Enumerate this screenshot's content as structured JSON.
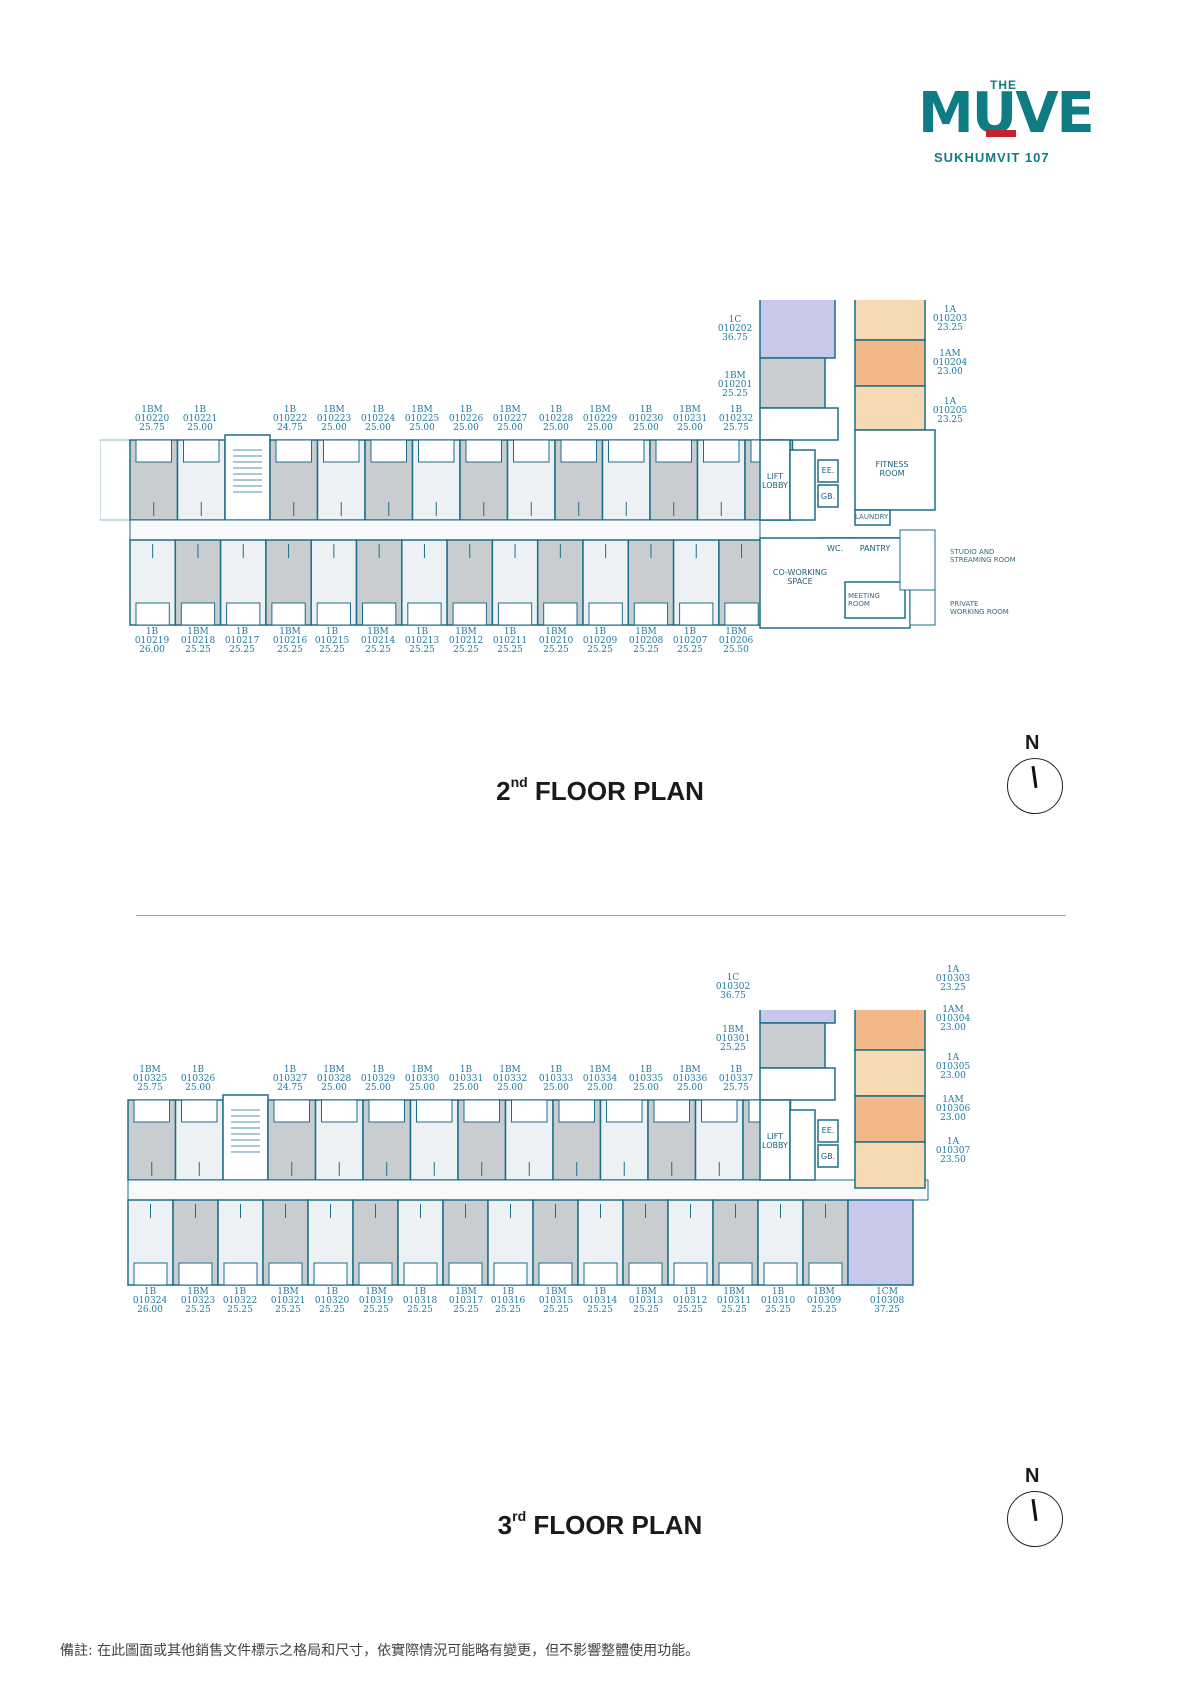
{
  "logo": {
    "the": "THE",
    "main": "MUVE",
    "sub": "SUKHUMVIT 107"
  },
  "floor2": {
    "title_num": "2",
    "title_sup": "nd",
    "title_text": " FLOOR PLAN",
    "top_units": [
      {
        "t": "1BM",
        "id": "010220",
        "a": "25.75"
      },
      {
        "t": "1B",
        "id": "010221",
        "a": "25.00"
      },
      {
        "t": "1B",
        "id": "010222",
        "a": "24.75"
      },
      {
        "t": "1BM",
        "id": "010223",
        "a": "25.00"
      },
      {
        "t": "1B",
        "id": "010224",
        "a": "25.00"
      },
      {
        "t": "1BM",
        "id": "010225",
        "a": "25.00"
      },
      {
        "t": "1B",
        "id": "010226",
        "a": "25.00"
      },
      {
        "t": "1BM",
        "id": "010227",
        "a": "25.00"
      },
      {
        "t": "1B",
        "id": "010228",
        "a": "25.00"
      },
      {
        "t": "1BM",
        "id": "010229",
        "a": "25.00"
      },
      {
        "t": "1B",
        "id": "010230",
        "a": "25.00"
      },
      {
        "t": "1BM",
        "id": "010231",
        "a": "25.00"
      },
      {
        "t": "1B",
        "id": "010232",
        "a": "25.75"
      }
    ],
    "bottom_units": [
      {
        "t": "1B",
        "id": "010219",
        "a": "26.00"
      },
      {
        "t": "1BM",
        "id": "010218",
        "a": "25.25"
      },
      {
        "t": "1B",
        "id": "010217",
        "a": "25.25"
      },
      {
        "t": "1BM",
        "id": "010216",
        "a": "25.25"
      },
      {
        "t": "1B",
        "id": "010215",
        "a": "25.25"
      },
      {
        "t": "1BM",
        "id": "010214",
        "a": "25.25"
      },
      {
        "t": "1B",
        "id": "010213",
        "a": "25.25"
      },
      {
        "t": "1BM",
        "id": "010212",
        "a": "25.25"
      },
      {
        "t": "1B",
        "id": "010211",
        "a": "25.25"
      },
      {
        "t": "1BM",
        "id": "010210",
        "a": "25.25"
      },
      {
        "t": "1B",
        "id": "010209",
        "a": "25.25"
      },
      {
        "t": "1BM",
        "id": "010208",
        "a": "25.25"
      },
      {
        "t": "1B",
        "id": "010207",
        "a": "25.25"
      },
      {
        "t": "1BM",
        "id": "010206",
        "a": "25.50"
      }
    ],
    "wing_units": [
      {
        "t": "1C",
        "id": "010202",
        "a": "36.75"
      },
      {
        "t": "1BM",
        "id": "010201",
        "a": "25.25"
      }
    ],
    "east_units": [
      {
        "t": "1A",
        "id": "010203",
        "a": "23.25"
      },
      {
        "t": "1AM",
        "id": "010204",
        "a": "23.00"
      },
      {
        "t": "1A",
        "id": "010205",
        "a": "23.25"
      }
    ],
    "rooms": {
      "fitness": "FITNESS\nROOM",
      "lift": "LIFT\nLOBBY",
      "ee": "EE.",
      "gb": "GB.",
      "laundry": "LAUNDRY",
      "wc": "WC.",
      "pantry": "PANTRY",
      "coworking": "CO-WORKING\nSPACE",
      "meeting": "MEETING\nROOM",
      "studio": "STUDIO AND\nSTREAMING ROOM",
      "private": "PRIVATE\nWORKING ROOM"
    }
  },
  "floor3": {
    "title_num": "3",
    "title_sup": "rd",
    "title_text": " FLOOR PLAN",
    "top_units": [
      {
        "t": "1BM",
        "id": "010325",
        "a": "25.75"
      },
      {
        "t": "1B",
        "id": "010326",
        "a": "25.00"
      },
      {
        "t": "1B",
        "id": "010327",
        "a": "24.75"
      },
      {
        "t": "1BM",
        "id": "010328",
        "a": "25.00"
      },
      {
        "t": "1B",
        "id": "010329",
        "a": "25.00"
      },
      {
        "t": "1BM",
        "id": "010330",
        "a": "25.00"
      },
      {
        "t": "1B",
        "id": "010331",
        "a": "25.00"
      },
      {
        "t": "1BM",
        "id": "010332",
        "a": "25.00"
      },
      {
        "t": "1B",
        "id": "010333",
        "a": "25.00"
      },
      {
        "t": "1BM",
        "id": "010334",
        "a": "25.00"
      },
      {
        "t": "1B",
        "id": "010335",
        "a": "25.00"
      },
      {
        "t": "1BM",
        "id": "010336",
        "a": "25.00"
      },
      {
        "t": "1B",
        "id": "010337",
        "a": "25.75"
      }
    ],
    "bottom_units": [
      {
        "t": "1B",
        "id": "010324",
        "a": "26.00"
      },
      {
        "t": "1BM",
        "id": "010323",
        "a": "25.25"
      },
      {
        "t": "1B",
        "id": "010322",
        "a": "25.25"
      },
      {
        "t": "1BM",
        "id": "010321",
        "a": "25.25"
      },
      {
        "t": "1B",
        "id": "010320",
        "a": "25.25"
      },
      {
        "t": "1BM",
        "id": "010319",
        "a": "25.25"
      },
      {
        "t": "1B",
        "id": "010318",
        "a": "25.25"
      },
      {
        "t": "1BM",
        "id": "010317",
        "a": "25.25"
      },
      {
        "t": "1B",
        "id": "010316",
        "a": "25.25"
      },
      {
        "t": "1BM",
        "id": "010315",
        "a": "25.25"
      },
      {
        "t": "1B",
        "id": "010314",
        "a": "25.25"
      },
      {
        "t": "1BM",
        "id": "010313",
        "a": "25.25"
      },
      {
        "t": "1B",
        "id": "010312",
        "a": "25.25"
      },
      {
        "t": "1BM",
        "id": "010311",
        "a": "25.25"
      },
      {
        "t": "1B",
        "id": "010310",
        "a": "25.25"
      },
      {
        "t": "1BM",
        "id": "010309",
        "a": "25.25"
      }
    ],
    "corner_unit": {
      "t": "1CM",
      "id": "010308",
      "a": "37.25"
    },
    "wing_units": [
      {
        "t": "1C",
        "id": "010302",
        "a": "36.75"
      },
      {
        "t": "1BM",
        "id": "010301",
        "a": "25.25"
      }
    ],
    "east_units": [
      {
        "t": "1A",
        "id": "010303",
        "a": "23.25"
      },
      {
        "t": "1AM",
        "id": "010304",
        "a": "23.00"
      },
      {
        "t": "1A",
        "id": "010305",
        "a": "23.00"
      },
      {
        "t": "1AM",
        "id": "010306",
        "a": "23.00"
      },
      {
        "t": "1A",
        "id": "010307",
        "a": "23.50"
      }
    ],
    "rooms": {
      "lift": "LIFT\nLOBBY",
      "ee": "EE.",
      "gb": "GB."
    }
  },
  "compass_label": "N",
  "footnote": "備註: 在此圖面或其他銷售文件標示之格局和尺寸，依實際情況可能略有變更，但不影響整體使用功能。",
  "colors": {
    "wall": "#1b6f8a",
    "unit_gray": "#c9cdd0",
    "unit_light": "#eef1f3",
    "lavender": "#c8c8ec",
    "peach": "#f7d9b4",
    "orange": "#f3b88a",
    "label": "#1e7aa0"
  }
}
